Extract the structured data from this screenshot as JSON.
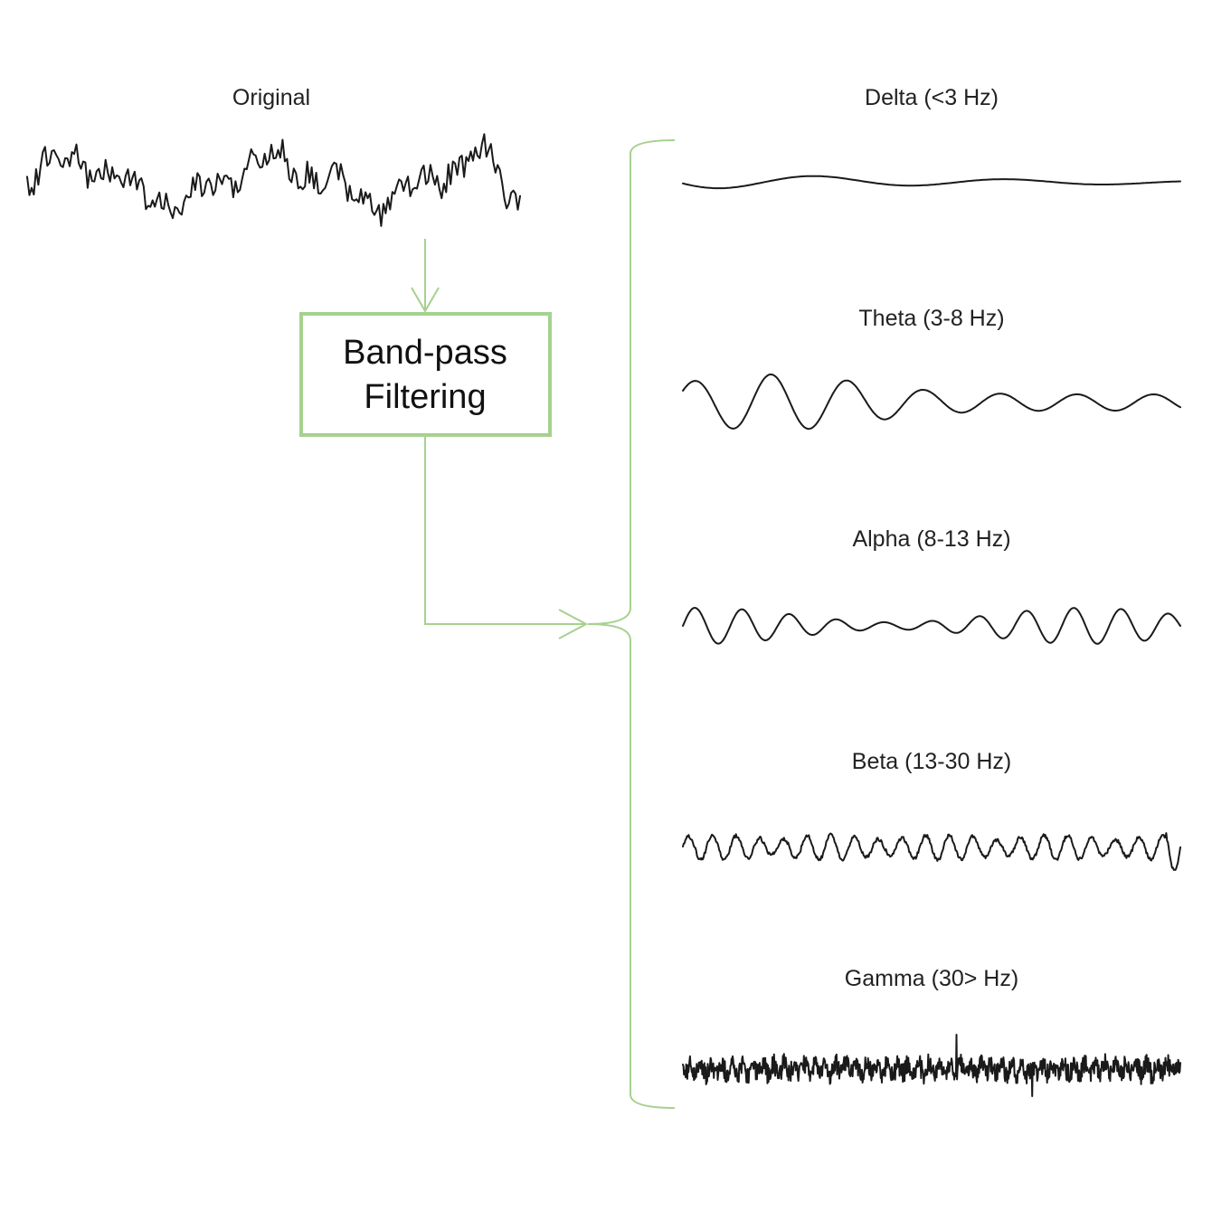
{
  "original": {
    "label": "Original"
  },
  "filter": {
    "line1": "Band-pass",
    "line2": "Filtering"
  },
  "bands": [
    {
      "id": "delta",
      "label": "Delta (<3 Hz)"
    },
    {
      "id": "theta",
      "label": "Theta (3-8 Hz)"
    },
    {
      "id": "alpha",
      "label": "Alpha (8-13 Hz)"
    },
    {
      "id": "beta",
      "label": "Beta (13-30 Hz)"
    },
    {
      "id": "gamma",
      "label": "Gamma (30> Hz)"
    }
  ],
  "colors": {
    "accent": "#a6d18f",
    "trace": "#1a1a1a",
    "text": "#222222"
  }
}
